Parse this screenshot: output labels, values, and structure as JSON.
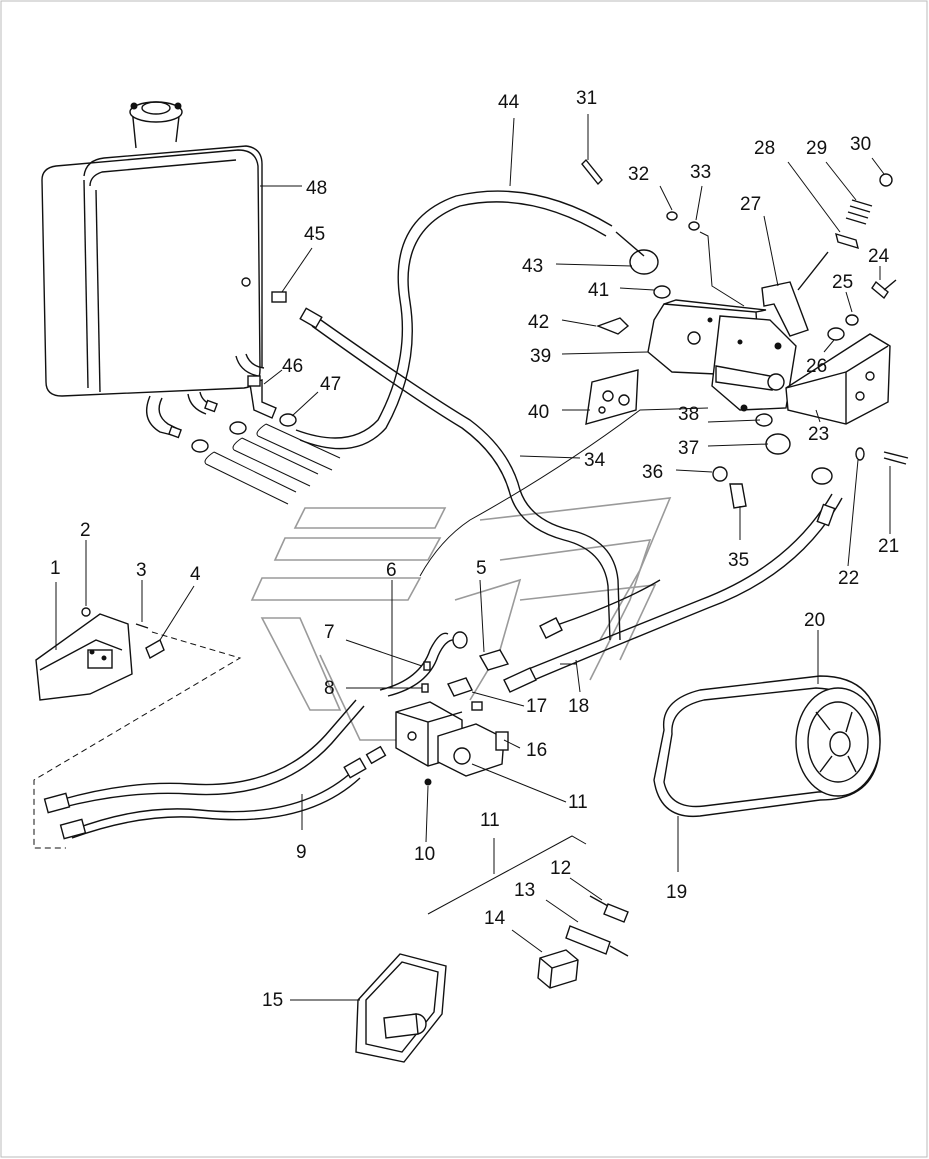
{
  "diagram": {
    "labels": [
      "1",
      "2",
      "3",
      "4",
      "5",
      "6",
      "7",
      "8",
      "9",
      "10",
      "11",
      "11",
      "12",
      "13",
      "14",
      "15",
      "16",
      "17",
      "18",
      "19",
      "20",
      "21",
      "22",
      "23",
      "24",
      "25",
      "26",
      "27",
      "28",
      "29",
      "30",
      "31",
      "32",
      "33",
      "34",
      "35",
      "36",
      "37",
      "38",
      "39",
      "40",
      "41",
      "42",
      "43",
      "44",
      "45",
      "46",
      "47",
      "48"
    ]
  }
}
